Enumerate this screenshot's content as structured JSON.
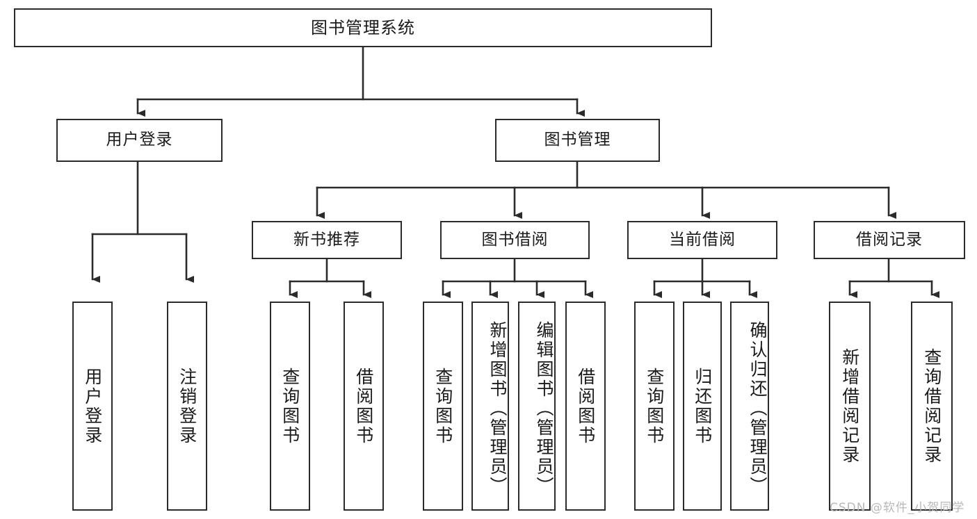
{
  "diagram": {
    "title": "图书管理系统",
    "type": "tree",
    "watermark": "CSDN @软件_小贺同学",
    "colors": {
      "stroke": "#2b2b2b",
      "fill": "#ffffff",
      "text": "#1a1a1a",
      "watermark": "#b8b8b8"
    },
    "levels": {
      "root_label": "图书管理系统",
      "level2": [
        "用户登录",
        "图书管理"
      ],
      "level3": [
        "新书推荐",
        "图书借阅",
        "当前借阅",
        "借阅记录"
      ]
    },
    "nodes": {
      "root": {
        "label": "图书管理系统"
      },
      "user_login": {
        "label": "用户登录"
      },
      "book_manage": {
        "label": "图书管理"
      },
      "new_book_recommend": {
        "label": "新书推荐"
      },
      "book_borrow": {
        "label": "图书借阅"
      },
      "current_borrow": {
        "label": "当前借阅"
      },
      "borrow_record": {
        "label": "借阅记录"
      },
      "leaf_user_login": {
        "label": "用户登录"
      },
      "leaf_user_logout": {
        "label": "注销登录"
      },
      "leaf_query_book_1": {
        "label": "查询图书"
      },
      "leaf_borrow_book_1": {
        "label": "借阅图书"
      },
      "leaf_query_book_2": {
        "label": "查询图书"
      },
      "leaf_add_book_admin": {
        "label": "新增图书（管理员）"
      },
      "leaf_edit_book_admin": {
        "label": "编辑图书（管理员）"
      },
      "leaf_borrow_book_2": {
        "label": "借阅图书"
      },
      "leaf_query_book_3": {
        "label": "查询图书"
      },
      "leaf_return_book": {
        "label": "归还图书"
      },
      "leaf_confirm_return_admin": {
        "label": "确认归还（管理员）"
      },
      "leaf_add_borrow_record": {
        "label": "新增借阅记录"
      },
      "leaf_query_borrow_record": {
        "label": "查询借阅记录"
      }
    },
    "tree": [
      {
        "label": "图书管理系统",
        "children": [
          {
            "label": "用户登录",
            "children": [
              {
                "label": "用户登录"
              },
              {
                "label": "注销登录"
              }
            ]
          },
          {
            "label": "图书管理",
            "children": [
              {
                "label": "新书推荐",
                "children": [
                  {
                    "label": "查询图书"
                  },
                  {
                    "label": "借阅图书"
                  }
                ]
              },
              {
                "label": "图书借阅",
                "children": [
                  {
                    "label": "查询图书"
                  },
                  {
                    "label": "新增图书（管理员）"
                  },
                  {
                    "label": "编辑图书（管理员）"
                  },
                  {
                    "label": "借阅图书"
                  }
                ]
              },
              {
                "label": "当前借阅",
                "children": [
                  {
                    "label": "查询图书"
                  },
                  {
                    "label": "归还图书"
                  },
                  {
                    "label": "确认归还（管理员）"
                  }
                ]
              },
              {
                "label": "借阅记录",
                "children": [
                  {
                    "label": "新增借阅记录"
                  },
                  {
                    "label": "查询借阅记录"
                  }
                ]
              }
            ]
          }
        ]
      }
    ]
  }
}
